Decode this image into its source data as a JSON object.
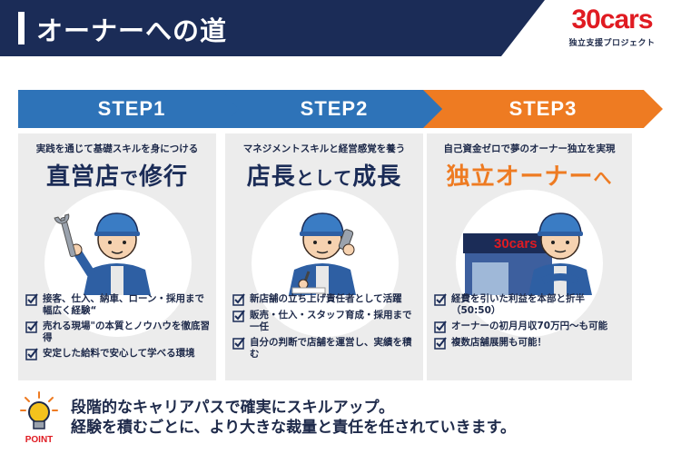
{
  "header": {
    "title": "オーナーへの道",
    "logo_main": "30cars",
    "logo_sub": "独立支援プロジェクト"
  },
  "steps": [
    {
      "label": "STEP1",
      "subtitle": "実践を通じて基礎スキルを身につける",
      "title_parts": [
        "直営店",
        "で",
        "修行"
      ],
      "items": [
        "接客、仕入、納車、ローン・採用まで幅広く経験“",
        "売れる現場\"の本質とノウハウを徹底習得",
        "安定した給料で安心して学べる環境"
      ]
    },
    {
      "label": "STEP2",
      "subtitle": "マネジメントスキルと経営感覚を養う",
      "title_parts": [
        "店長",
        "として",
        "成長"
      ],
      "items": [
        "新店舗の立ち上げ責任者として活躍",
        "販売・仕入・スタッフ育成・採用まで一任",
        "自分の判断で店舗を運営し、実績を積む"
      ]
    },
    {
      "label": "STEP3",
      "subtitle": "自己資金ゼロで夢のオーナー独立を実現",
      "title_parts": [
        "独立オーナー",
        "へ"
      ],
      "store_sign": "30cars",
      "items": [
        "経費を引いた利益を本部と折半（50:50）",
        "オーナーの初月月収70万円〜も可能",
        "複数店舗展開も可能！"
      ]
    }
  ],
  "point": {
    "label": "POINT",
    "line1": "段階的なキャリアパスで確実にスキルアップ。",
    "line2": "経験を積むごとに、より大きな裁量と責任を任されていきます。"
  },
  "colors": {
    "navy": "#1b2c57",
    "blue": "#2e73b8",
    "orange": "#ee7b22",
    "red": "#e01b22"
  },
  "icons": [
    "check-icon",
    "wrench-icon",
    "phone-icon",
    "pen-icon",
    "lightbulb-icon"
  ]
}
